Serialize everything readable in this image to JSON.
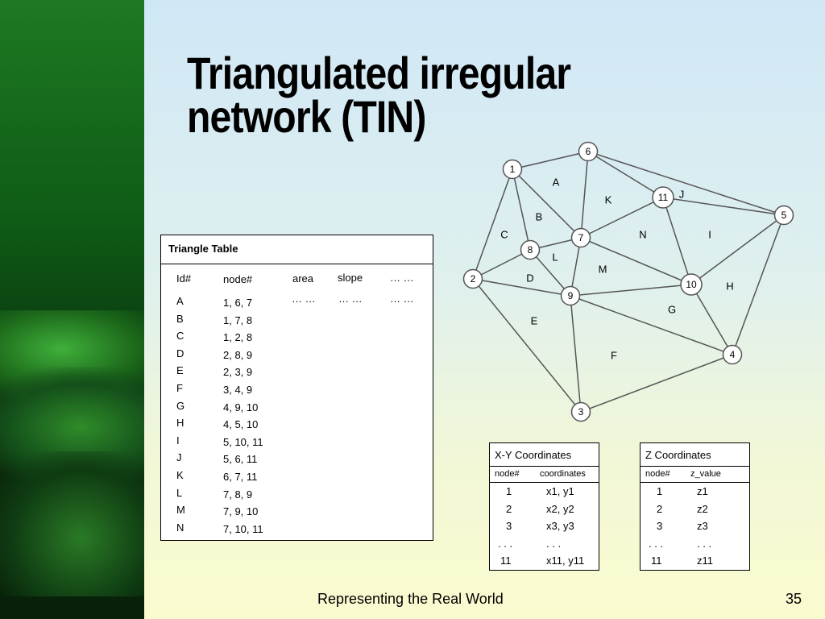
{
  "slide": {
    "title_line1": "Triangulated irregular",
    "title_line2": "network (TIN)",
    "footer": "Representing the Real World",
    "page_number": "35"
  },
  "tin": {
    "nodes": [
      "1",
      "2",
      "3",
      "4",
      "5",
      "6",
      "7",
      "8",
      "9",
      "10",
      "11"
    ],
    "triangle_labels": [
      "A",
      "B",
      "C",
      "D",
      "E",
      "F",
      "G",
      "H",
      "I",
      "J",
      "K",
      "L",
      "M",
      "N"
    ]
  },
  "triangle_table": {
    "title": "Triangle Table",
    "headers": [
      "Id#",
      "node#",
      "area",
      "slope",
      "… …"
    ],
    "ellipsis_row": [
      "… …",
      "… …",
      "… …"
    ],
    "rows": [
      {
        "id": "A",
        "nodes": "1, 6, 7"
      },
      {
        "id": "B",
        "nodes": "1, 7, 8"
      },
      {
        "id": "C",
        "nodes": "1, 2, 8"
      },
      {
        "id": "D",
        "nodes": "2, 8, 9"
      },
      {
        "id": "E",
        "nodes": "2, 3, 9"
      },
      {
        "id": "F",
        "nodes": "3, 4, 9"
      },
      {
        "id": "G",
        "nodes": "4, 9, 10"
      },
      {
        "id": "H",
        "nodes": "4, 5, 10"
      },
      {
        "id": "I",
        "nodes": "5, 10, 11"
      },
      {
        "id": "J",
        "nodes": "5, 6, 11"
      },
      {
        "id": "K",
        "nodes": "6, 7, 11"
      },
      {
        "id": "L",
        "nodes": "7, 8, 9"
      },
      {
        "id": "M",
        "nodes": "7, 9, 10"
      },
      {
        "id": "N",
        "nodes": "7, 10, 11"
      }
    ]
  },
  "xy_table": {
    "title": "X-Y Coordinates",
    "headers": [
      "node#",
      "coordinates"
    ],
    "rows": [
      {
        "node": "1",
        "value": "x1, y1"
      },
      {
        "node": "2",
        "value": "x2, y2"
      },
      {
        "node": "3",
        "value": "x3, y3"
      },
      {
        "node": ". . .",
        "value": ". . ."
      },
      {
        "node": "11",
        "value": "x11, y11"
      }
    ]
  },
  "z_table": {
    "title": "Z Coordinates",
    "headers": [
      "node#",
      "z_value"
    ],
    "rows": [
      {
        "node": "1",
        "value": "z1"
      },
      {
        "node": "2",
        "value": "z2"
      },
      {
        "node": "3",
        "value": "z3"
      },
      {
        "node": ". . .",
        "value": ". . ."
      },
      {
        "node": "11",
        "value": "z11"
      }
    ]
  }
}
